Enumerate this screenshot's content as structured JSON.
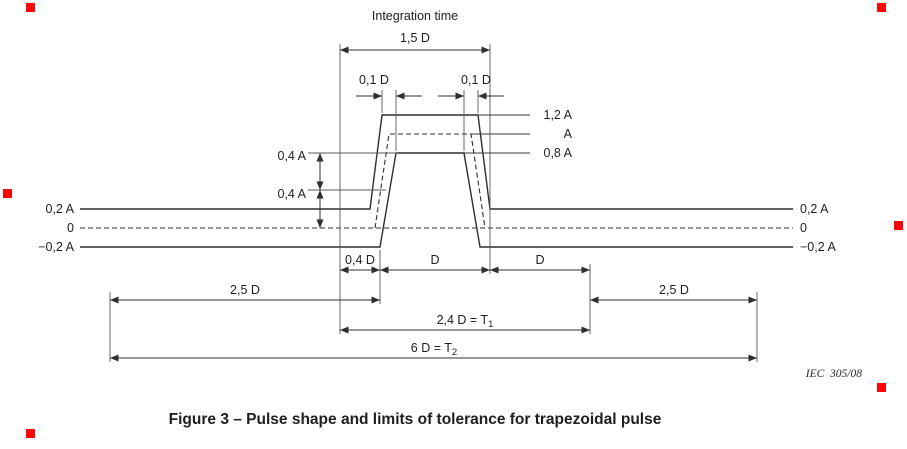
{
  "colors": {
    "background": "#ffffff",
    "line": "#2f2f2f",
    "handle": "#fb0507"
  },
  "diagram": {
    "header": {
      "integration_time": "Integration time",
      "dim_1_5d": "1,5 D"
    },
    "top_tolerances": {
      "dim_0_1d_left": "0,1 D",
      "dim_0_1d_right": "0,1 D"
    },
    "amplitude_labels": {
      "upper": "1,2 A",
      "nominal": "A",
      "lower": "0,8 A"
    },
    "left_dims": {
      "dim_0_4a_upper": "0,4 A",
      "dim_0_4a_lower": "0,4 A"
    },
    "axis": {
      "plus": "0,2 A",
      "zero": "0",
      "minus": "−0,2 A"
    },
    "bottom_dims": {
      "dim_0_4d": "0,4 D",
      "dim_d_first": "D",
      "dim_d_second": "D",
      "dim_2_5d_left": "2,5 D",
      "dim_2_5d_right": "2,5 D",
      "dim_t1_main": "2,4 D = T",
      "dim_t1_sub": "1",
      "dim_t2_main": "6 D = T",
      "dim_t2_sub": "2"
    },
    "reference": "IEC  305/08",
    "caption": "Figure 3 – Pulse shape and limits of tolerance for trapezoidal pulse"
  }
}
